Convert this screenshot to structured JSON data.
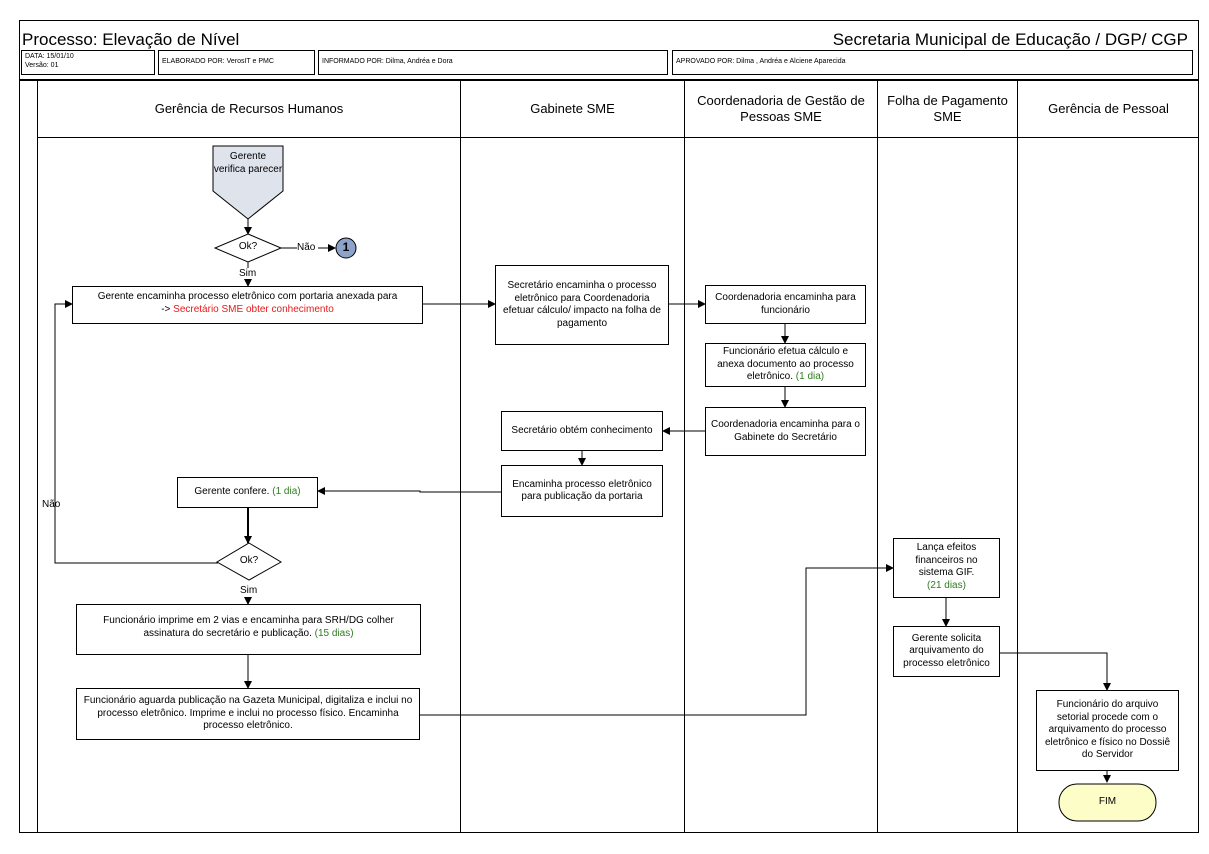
{
  "header": {
    "title": "Processo: Elevação de Nível",
    "org": "Secretaria Municipal de Educação / DGP/ CGP",
    "date": "DATA: 15/01/10",
    "version": "Versão: 01",
    "elaborado": "ELABORADO POR: VerosIT e PMC",
    "informado": "INFORMADO POR: Dilma, Andréa e Dora",
    "aprovado": "APROVADO POR: Dilma ,  Andréa e Alciene Aparecida"
  },
  "lanes": [
    "Gerência de Recursos Humanos",
    "Gabinete SME",
    "Coordenadoria de Gestão de Pessoas SME",
    "Folha de Pagamento SME",
    "Gerência de Pessoal"
  ],
  "nodes": {
    "start": "Gerente verifica parecer",
    "decision1": "Ok?",
    "decision1_no": "Não",
    "connector1": "1",
    "decision1_yes": "Sim",
    "gerente_encaminha_a": "Gerente encaminha processo eletrônico com portaria anexada para",
    "gerente_encaminha_b": "->",
    "gerente_encaminha_c": "Secretário SME obter conhecimento",
    "secretario_encaminha": "Secretário encaminha o processo eletrônico para Coordenadoria  efetuar cálculo/ impacto na folha de pagamento",
    "coord_encaminha_func": "Coordenadoria encaminha para funcionário",
    "func_calculo_a": "Funcionário efetua cálculo e anexa documento ao processo eletrônico.",
    "func_calculo_b": "(1 dia)",
    "coord_encaminha_gab": "Coordenadoria encaminha para o Gabinete do Secretário",
    "secretario_obtem": "Secretário obtém conhecimento",
    "encaminha_publicacao": "Encaminha processo eletrônico para publicação da portaria",
    "gerente_confere_a": "Gerente confere.",
    "gerente_confere_b": "(1 dia)",
    "decision2": "Ok?",
    "decision2_no": "Não",
    "decision2_yes": "Sim",
    "func_imprime_a": "Funcionário imprime em 2 vias e encaminha para SRH/DG colher assinatura do secretário e publicação.",
    "func_imprime_b": "(15 dias)",
    "func_aguarda": "Funcionário aguarda publicação na Gazeta Municipal, digitaliza e inclui no processo eletrônico. Imprime e inclui no processo físico. Encaminha processo eletrônico.",
    "lanca_efeitos_a": "Lança efeitos financeiros no sistema GIF.",
    "lanca_efeitos_b": "(21 dias)",
    "gerente_solicita": "Gerente solicita arquivamento do processo eletrônico",
    "func_arquivo": "Funcionário do arquivo setorial procede com o arquivamento do processo eletrônico e físico no Dossiê do Servidor",
    "end": "FIM"
  },
  "colors": {
    "red_text": "#e31b1b",
    "green_text": "#2f7d1f",
    "start_fill": "#dfe3ec",
    "connector_fill": "#8ea3c9",
    "end_fill": "#fdfdc8"
  }
}
